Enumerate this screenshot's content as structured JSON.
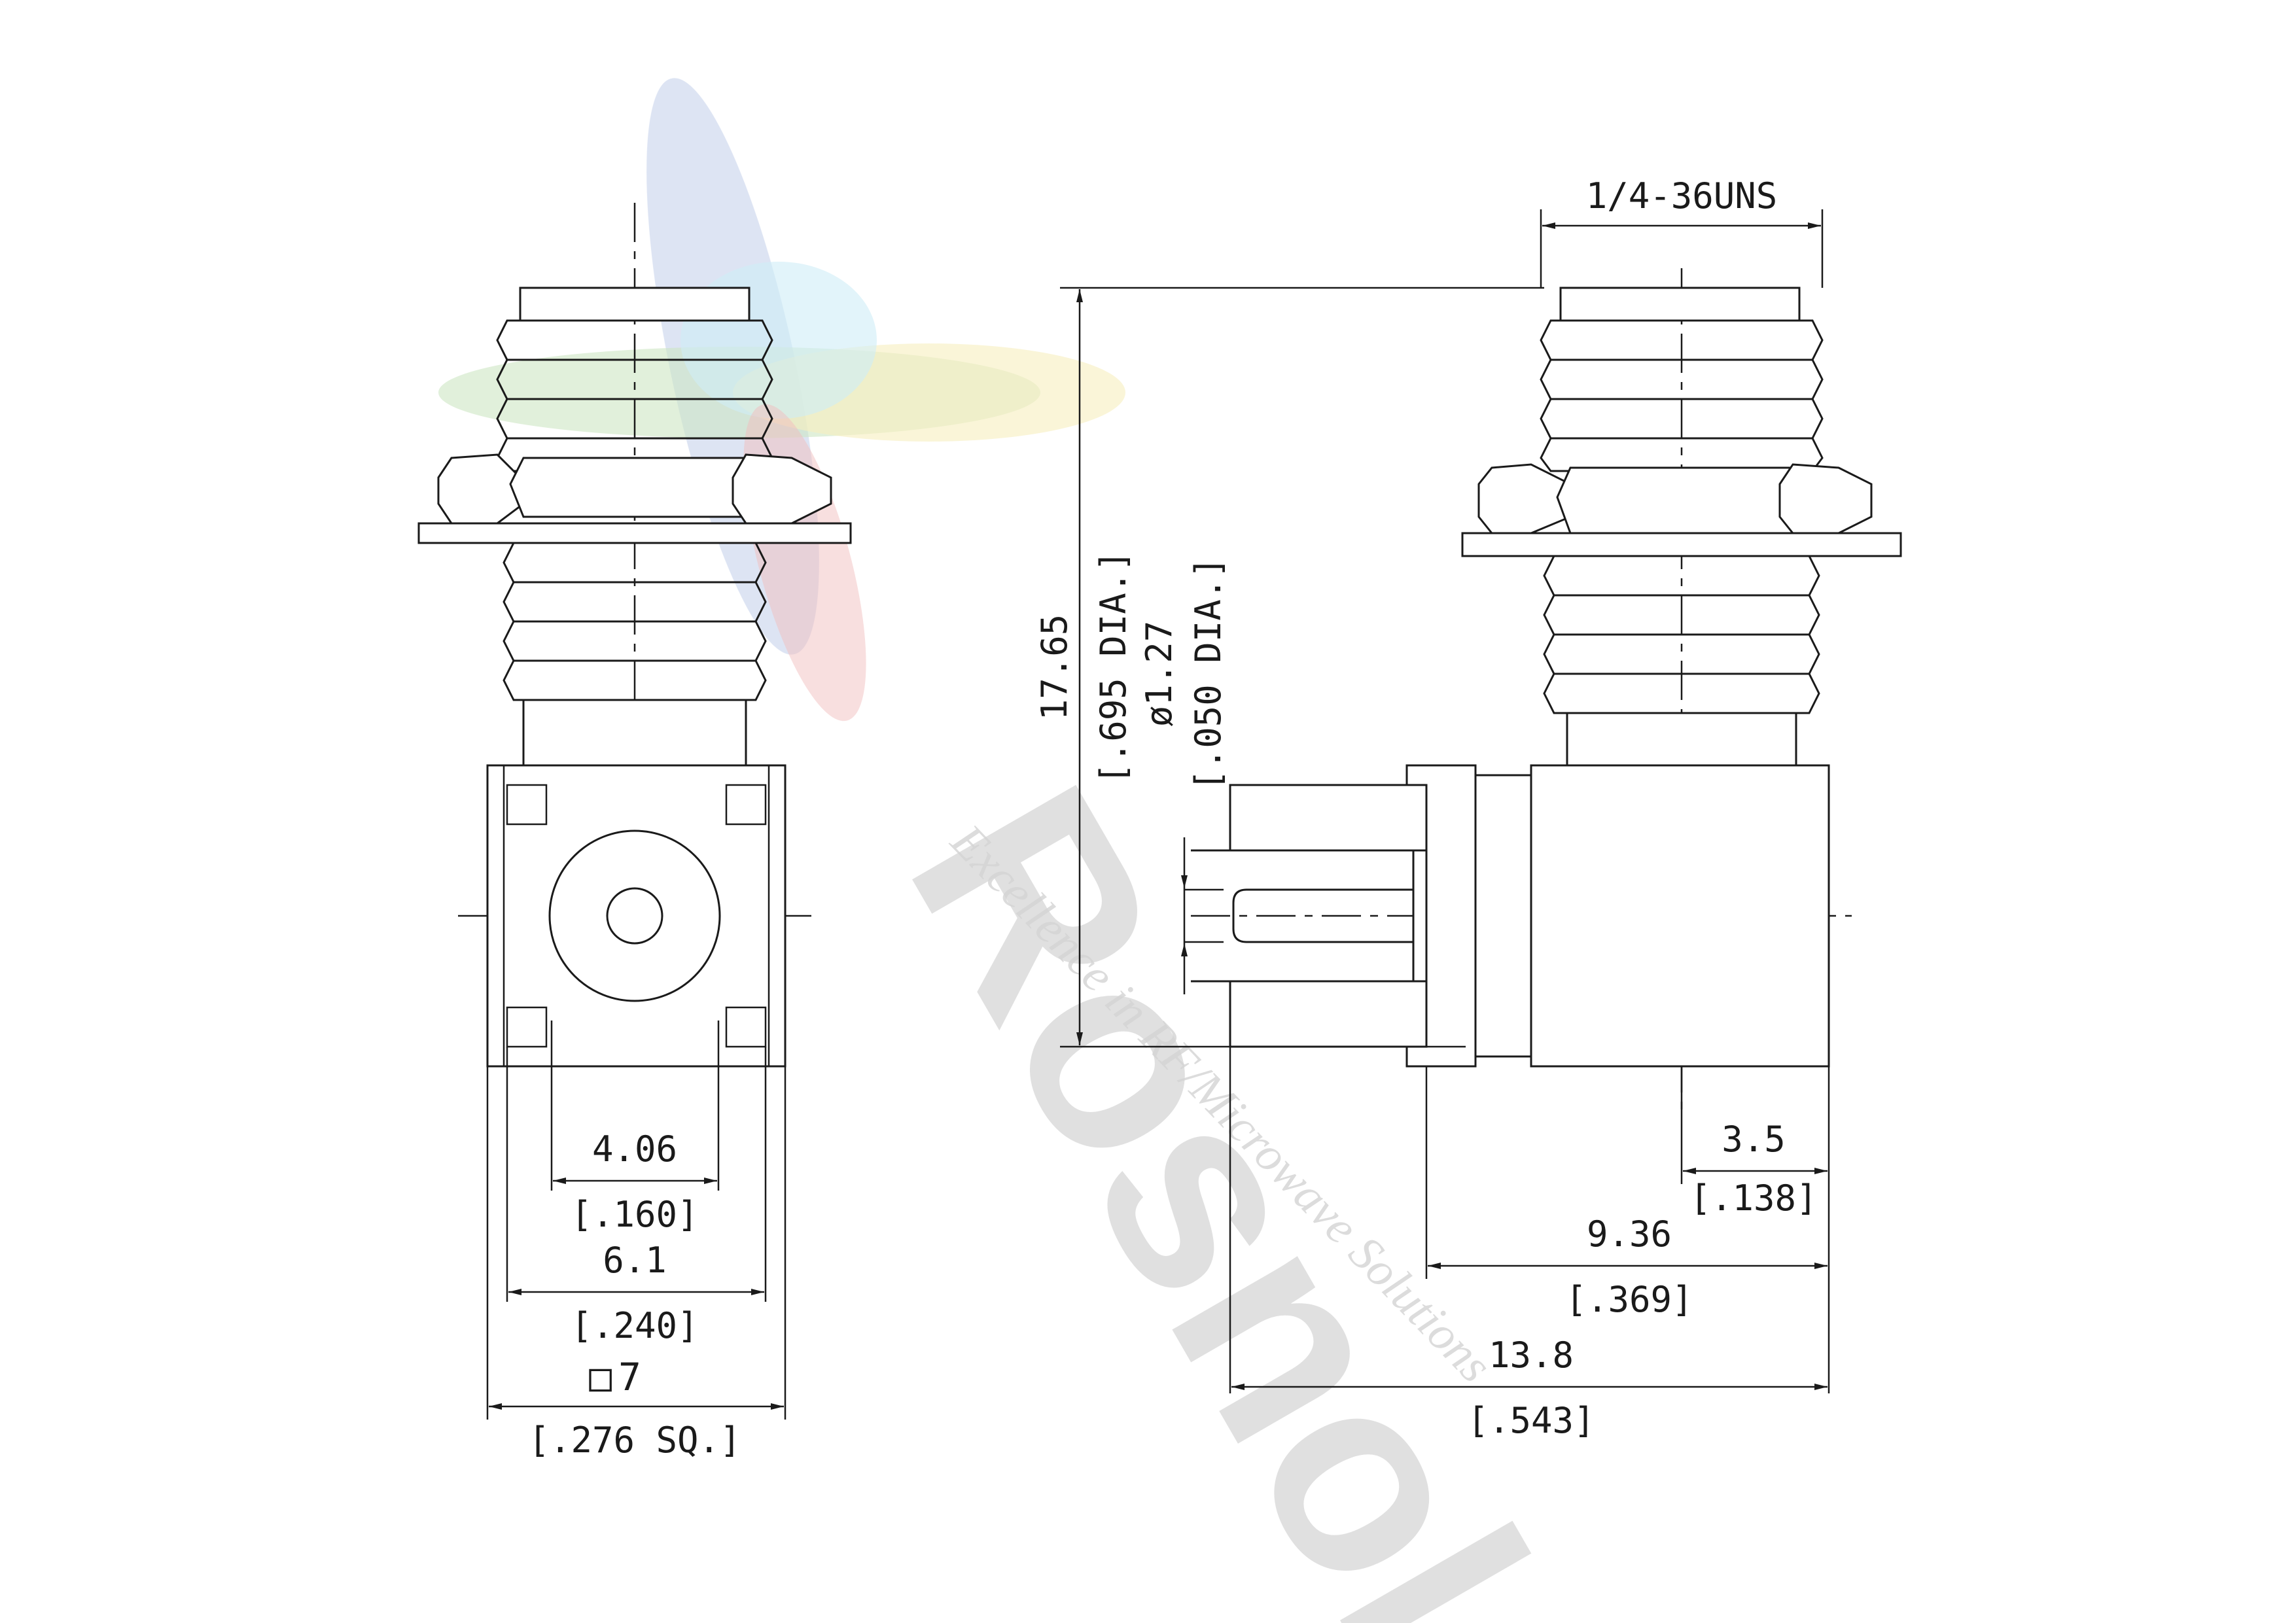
{
  "watermark": {
    "brand": "Rosnol",
    "tagline": "Excellence in RF/Microwave Solutions",
    "colors": {
      "blue": "#8fa7d8",
      "green": "#9fd08a",
      "red": "#e88a8a",
      "yellow": "#f2e28a",
      "cyan": "#a6e0f0",
      "gray": "#c8c8c8"
    }
  },
  "front_view": {
    "dim_pin_spacing": {
      "metric": "4.06",
      "inch": "[.160]"
    },
    "dim_pad_spacing": {
      "metric": "6.1",
      "inch": "[.240]"
    },
    "dim_body_square": {
      "symbol": "□",
      "metric": "7",
      "inch": "[.276 SQ.]"
    }
  },
  "side_view": {
    "thread_spec": "1/4-36UNS",
    "dim_height": {
      "metric": "17.65",
      "inch": "[.695 DIA.]"
    },
    "dim_pin_dia": {
      "metric": "ø1.27",
      "inch": "[.050 DIA.]"
    },
    "dim_center_offset": {
      "metric": "3.5",
      "inch": "[.138]"
    },
    "dim_mount_length": {
      "metric": "9.36",
      "inch": "[.369]"
    },
    "dim_overall_length": {
      "metric": "13.8",
      "inch": "[.543]"
    }
  }
}
